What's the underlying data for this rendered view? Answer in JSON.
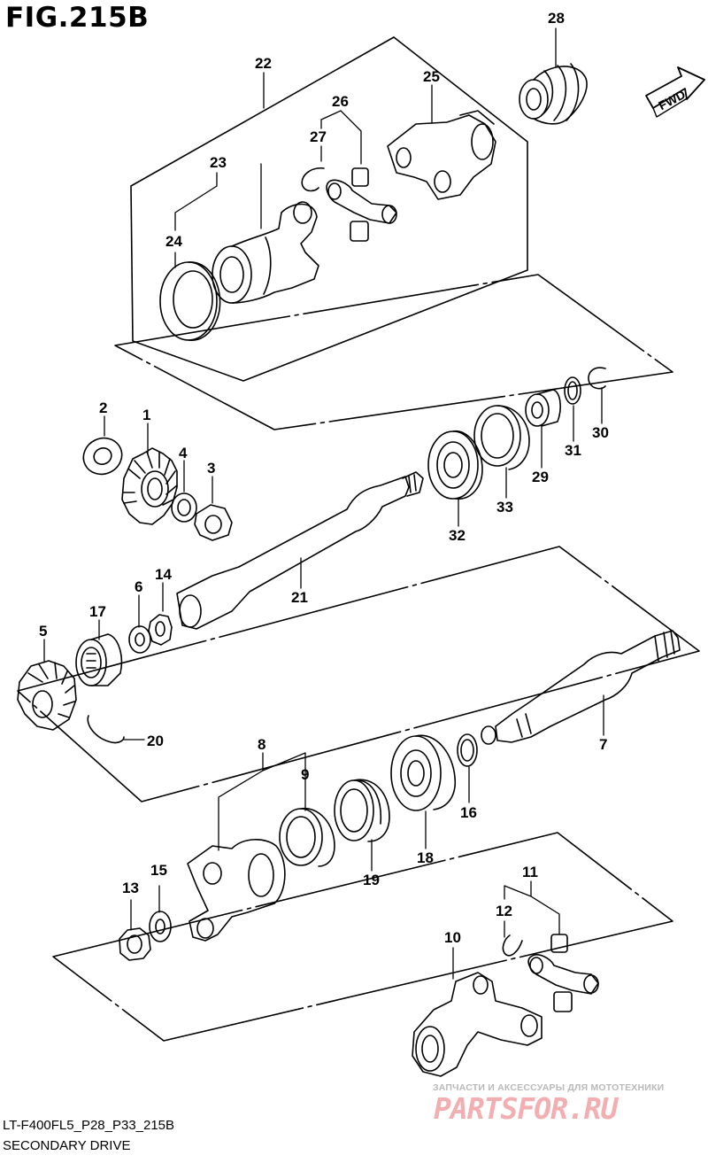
{
  "header": {
    "figure_title": "FIG.215B"
  },
  "footer": {
    "model_code": "LT-F400FL5_P28_P33_215B",
    "caption": "SECONDARY DRIVE"
  },
  "direction_arrow": {
    "label": "FWD",
    "icon": "fwd-arrow-icon"
  },
  "watermark": {
    "tagline": "ЗАПЧАСТИ И АКСЕССУАРЫ ДЛЯ МОТОТЕХНИКИ",
    "brand": "PARTSFOR.RU"
  },
  "callouts": [
    {
      "id": "c1",
      "label": "1"
    },
    {
      "id": "c2",
      "label": "2"
    },
    {
      "id": "c3",
      "label": "3"
    },
    {
      "id": "c4",
      "label": "4"
    },
    {
      "id": "c5",
      "label": "5"
    },
    {
      "id": "c6",
      "label": "6"
    },
    {
      "id": "c7",
      "label": "7"
    },
    {
      "id": "c8",
      "label": "8"
    },
    {
      "id": "c9",
      "label": "9"
    },
    {
      "id": "c10",
      "label": "10"
    },
    {
      "id": "c11",
      "label": "11"
    },
    {
      "id": "c12",
      "label": "12"
    },
    {
      "id": "c13",
      "label": "13"
    },
    {
      "id": "c14",
      "label": "14"
    },
    {
      "id": "c15",
      "label": "15"
    },
    {
      "id": "c16",
      "label": "16"
    },
    {
      "id": "c17",
      "label": "17"
    },
    {
      "id": "c18",
      "label": "18"
    },
    {
      "id": "c19",
      "label": "19"
    },
    {
      "id": "c20",
      "label": "20"
    },
    {
      "id": "c21",
      "label": "21"
    },
    {
      "id": "c22",
      "label": "22"
    },
    {
      "id": "c23",
      "label": "23"
    },
    {
      "id": "c24",
      "label": "24"
    },
    {
      "id": "c25",
      "label": "25"
    },
    {
      "id": "c26",
      "label": "26"
    },
    {
      "id": "c27",
      "label": "27"
    },
    {
      "id": "c28",
      "label": "28"
    },
    {
      "id": "c29",
      "label": "29"
    },
    {
      "id": "c30",
      "label": "30"
    },
    {
      "id": "c31",
      "label": "31"
    },
    {
      "id": "c32",
      "label": "32"
    },
    {
      "id": "c33",
      "label": "33"
    }
  ]
}
